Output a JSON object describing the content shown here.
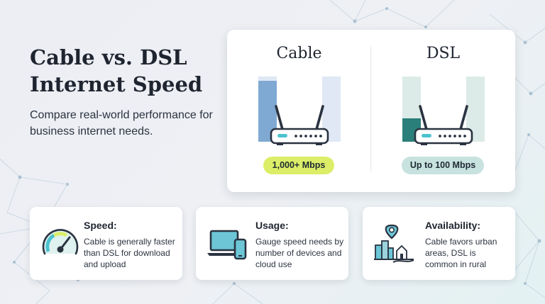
{
  "header": {
    "title": "Cable vs. DSL Internet Speed",
    "subtitle": "Compare real-world performance for business internet needs."
  },
  "comparison": {
    "cable": {
      "label": "Cable",
      "badge": "1,000+ Mbps",
      "level": 0.93,
      "bar_color": "#7fa9d2",
      "track_color": "#dfe8f4",
      "badge_color": "#dcee68"
    },
    "dsl": {
      "label": "DSL",
      "badge": "Up to 100 Mbps",
      "level": 0.36,
      "bar_color": "#2b7f7a",
      "track_color": "#dcebe7",
      "badge_color": "#c8e2df"
    }
  },
  "cards": [
    {
      "title": "Speed:",
      "text": "Cable is generally faster than DSL for download and upload",
      "icon": "speedometer-icon"
    },
    {
      "title": "Usage:",
      "text": "Gauge speed needs by number of devices and cloud use",
      "icon": "devices-icon"
    },
    {
      "title": "Availability:",
      "text": "Cable favors urban areas, DSL is common in rural",
      "icon": "location-map-icon"
    }
  ],
  "colors": {
    "accent_lime": "#dcee68",
    "accent_teal": "#2b7f7a",
    "accent_blue": "#7fa9d2",
    "text_dark": "#1f2530"
  }
}
